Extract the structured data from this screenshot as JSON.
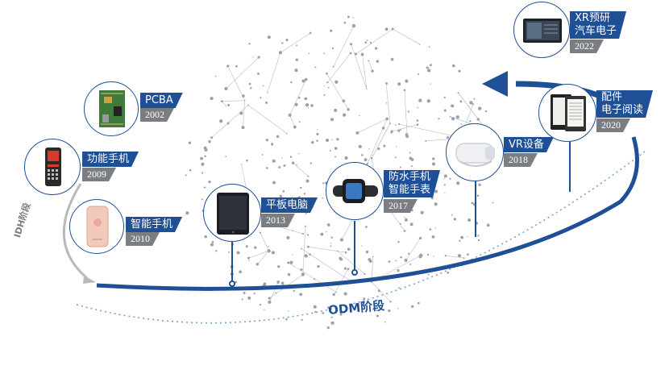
{
  "stages": {
    "idh": "IDH阶段",
    "odm": "ODM阶段"
  },
  "colors": {
    "accent": "#1f4f95",
    "year_bg": "#7a7d82",
    "globe": "#b9bcc1"
  },
  "milestones": [
    {
      "title": "功能手机",
      "year": "2009",
      "icon": "feature-phone-icon"
    },
    {
      "title": "PCBA",
      "year": "2002",
      "icon": "circuit-board-icon"
    },
    {
      "title": "智能手机",
      "year": "2010",
      "icon": "smartphone-icon"
    },
    {
      "title": "平板电脑",
      "year": "2013",
      "icon": "tablet-icon"
    },
    {
      "title_lines": [
        "防水手机",
        "智能手表"
      ],
      "year": "2017",
      "icon": "smartwatch-icon"
    },
    {
      "title": "VR设备",
      "year": "2018",
      "icon": "vr-headset-icon"
    },
    {
      "title_lines": [
        "配件",
        "电子阅读"
      ],
      "year": "2020",
      "icon": "ereader-icon"
    },
    {
      "title_lines": [
        "XR预研",
        "汽车电子"
      ],
      "year": "2022",
      "icon": "car-display-icon"
    }
  ]
}
